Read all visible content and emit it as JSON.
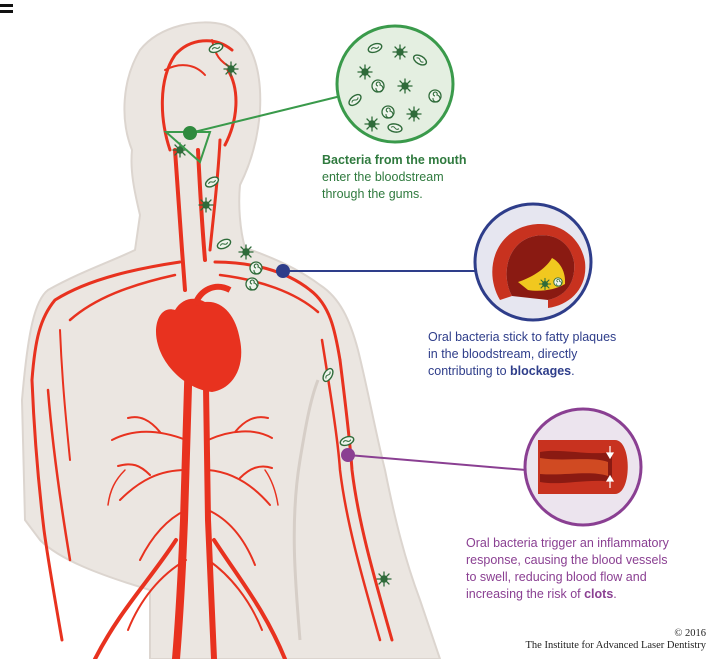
{
  "callouts": {
    "mouth": {
      "bold": "Bacteria from the mouth",
      "line2": "enter the bloodstream",
      "line3": "through the gums."
    },
    "plaque": {
      "line1": "Oral bacteria stick to fatty plaques",
      "line2": "in the bloodstream, directly",
      "line3_pre": "contributing to ",
      "line3_bold": "blockages",
      "line3_post": "."
    },
    "clot": {
      "line1": "Oral bacteria trigger an inflammatory",
      "line2": "response, causing the blood vessels",
      "line3": "to swell, reducing blood flow and",
      "line4_pre": "increasing the risk of ",
      "line4_bold": "clots",
      "line4_post": "."
    }
  },
  "credit": {
    "year": "© 2016",
    "org": "The Institute for Advanced Laser Dentistry"
  },
  "colors": {
    "background": "#ffffff",
    "body": "#ebe6e1",
    "body_outline": "#dcd5cf",
    "vessel": "#e8321f",
    "bacteria": "#2f6b3a",
    "mouth_accent": "#3a9a4b",
    "plaque_accent": "#2e3d8a",
    "clot_accent": "#8a3f92"
  }
}
